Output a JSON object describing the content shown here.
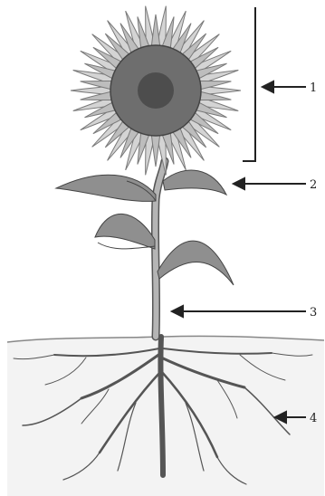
{
  "diagram": {
    "labels": [
      {
        "id": "flower",
        "text": "1"
      },
      {
        "id": "leaf",
        "text": "2"
      },
      {
        "id": "stem",
        "text": "3"
      },
      {
        "id": "root",
        "text": "4"
      }
    ]
  },
  "colors": {
    "petal": "#c9c9c9",
    "petal_stroke": "#7a7a7a",
    "disk": "#6e6e6e",
    "disk_center": "#4d4d4d",
    "leaf": "#8c8c8c",
    "stem": "#a8a8a8",
    "soil": "#e8e8e8",
    "root": "#555555",
    "line": "#222222"
  }
}
